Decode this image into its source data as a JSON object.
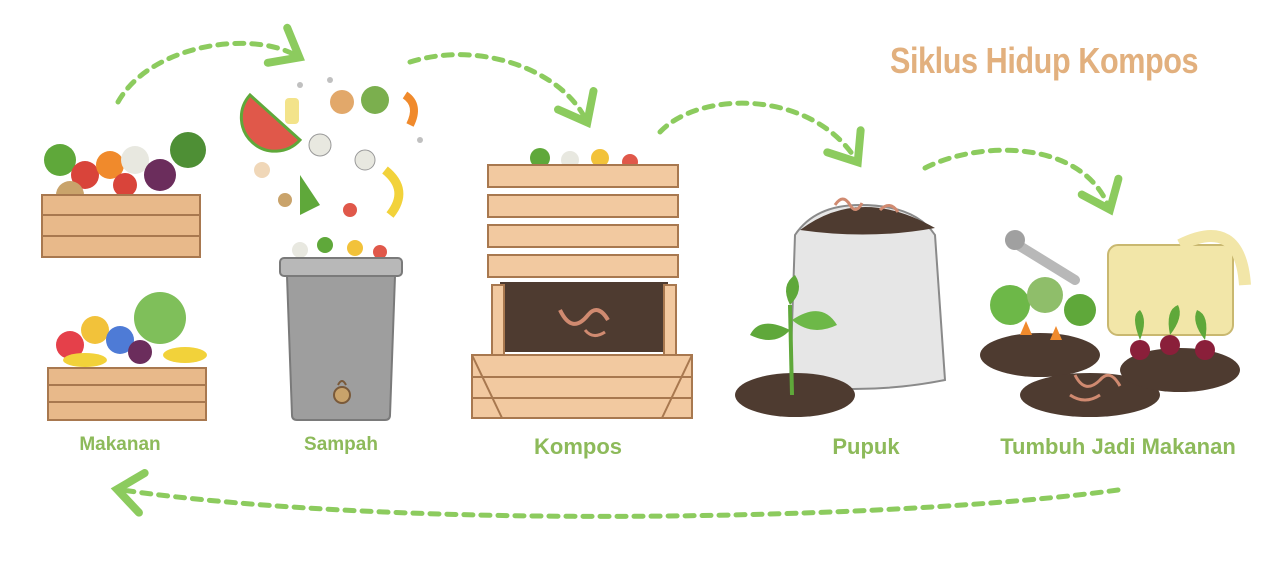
{
  "title": "Siklus Hidup Kompos",
  "stages": [
    {
      "label": "Makanan"
    },
    {
      "label": "Sampah"
    },
    {
      "label": "Kompos"
    },
    {
      "label": "Pupuk"
    },
    {
      "label": "Tumbuh Jadi Makanan"
    }
  ],
  "colors": {
    "title": "#E2B07E",
    "label": "#8DBA5A",
    "arrow": "#8CCB5E",
    "wood": "#E8B98A",
    "wood_dark": "#A8784F",
    "soil": "#4E3B30",
    "bin": "#9E9E9E",
    "sack": "#E6E6E6",
    "can": "#F2E6A8",
    "leaf": "#5FA83A",
    "worm": "#D08A70"
  },
  "icons": [
    "food-crates-icon",
    "trash-bin-icon",
    "compost-box-icon",
    "fertilizer-sack-icon",
    "garden-watering-can-icon"
  ]
}
